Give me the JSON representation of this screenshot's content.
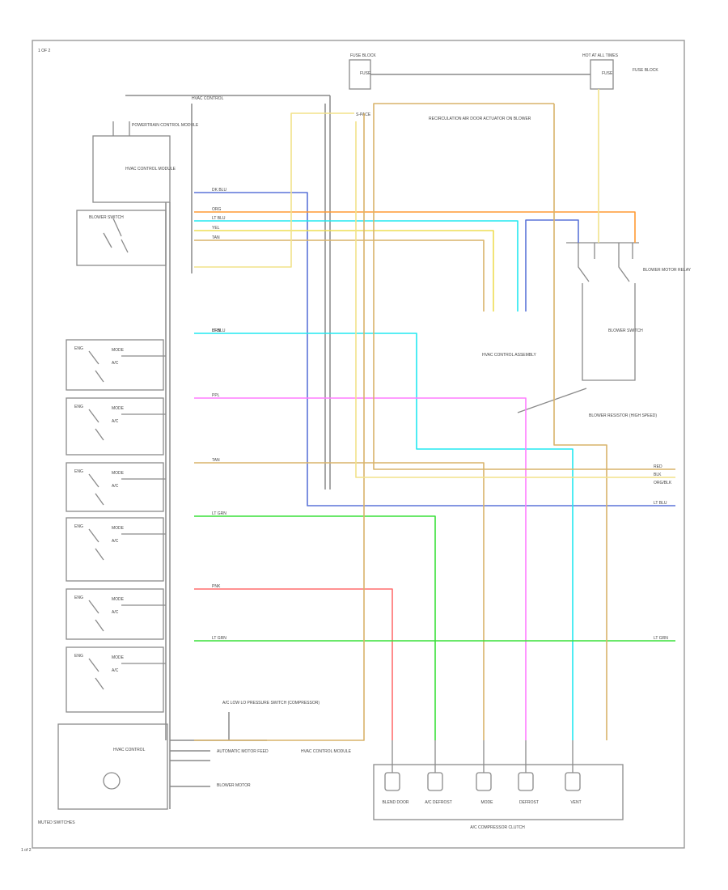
{
  "diagram": {
    "header_left": "1 OF 2",
    "footer_left": "MUTED SWITCHES",
    "footer_corner": "1 of 2",
    "fuse_block_left": "FUSE BLOCK",
    "fuse_block_right": "HOT AT ALL TIMES",
    "fuse_left": "FUSE",
    "fuse_right": "FUSE",
    "fuse_right_note": "FUSE BLOCK",
    "top_control_label": "HVAC CONTROL",
    "splice_label": "S-PACE",
    "module_top": "POWERTRAIN CONTROL MODULE",
    "module_top_2": "HVAC CONTROL MODULE",
    "module_mid_1": "BLOWER SWITCH",
    "lr_control": "A/C LOW LO PRESSURE SWITCH (COMPRESSOR)",
    "actuator_group": "RECIRCULATION AIR DOOR ACTUATOR ON BLOWER",
    "blower_motor_right": "BLOWER MOTOR RELAY",
    "blower_switch_right": "BLOWER SWITCH",
    "resistor_right": "BLOWER RESISTOR (HIGH SPEED)",
    "center_note": "HVAC CONTROL ASSEMBLY",
    "left_switches": [
      {
        "top": "ENG",
        "mid": "MODE",
        "sub": "A/C"
      },
      {
        "top": "ENG",
        "mid": "MODE",
        "sub": "A/C"
      },
      {
        "top": "ENG",
        "mid": "MODE",
        "sub": "A/C"
      },
      {
        "top": "ENG",
        "mid": "MODE",
        "sub": "A/C"
      },
      {
        "top": "ENG",
        "mid": "MODE",
        "sub": "A/C"
      },
      {
        "top": "ENG",
        "mid": "MODE",
        "sub": "A/C"
      }
    ],
    "bottom_module": "HVAC CONTROL",
    "bottom_note_1": "AUTOMATIC MOTOR FEED",
    "bottom_note_2": "HVAC CONTROL MODULE",
    "bottom_note_3": "BLOWER MOTOR",
    "bottom_group": "A/C COMPRESSOR CLUTCH",
    "actuators": [
      "BLEND DOOR",
      "A/C DEFROST",
      "MODE",
      "DEFROST",
      "VENT"
    ],
    "right_exits": [
      "RED",
      "BLK",
      "ORG/BLK",
      "LT BLU",
      "LT GRN"
    ],
    "wire_tags": [
      "DK BLU",
      "ORG",
      "LT BLU",
      "YEL",
      "TAN",
      "BRN",
      "LT BLU",
      "PPL",
      "TAN",
      "LT GRN",
      "PNK",
      "LT GRN"
    ],
    "colors": {
      "blue": "#5b74d8",
      "orange": "#ff9a33",
      "cyan": "#22e8f0",
      "yellow": "#eedd55",
      "tan": "#d9b36a",
      "pink": "#ff7dff",
      "green": "#3ae03a",
      "red": "#ff6f6f",
      "ltyellow": "#f2e28a",
      "gray": "#8a8a8a"
    }
  }
}
